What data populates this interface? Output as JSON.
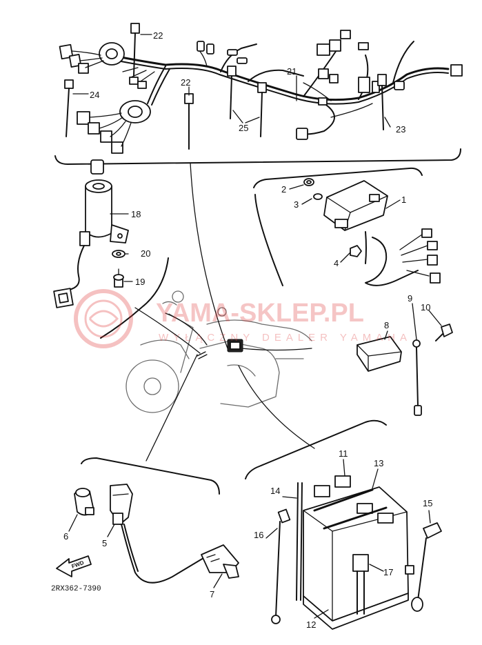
{
  "labels": {
    "p1": "1",
    "p2": "2",
    "p3": "3",
    "p4": "4",
    "p5": "5",
    "p6": "6",
    "p7": "7",
    "p8": "8",
    "p9": "9",
    "p10": "10",
    "p11": "11",
    "p12": "12",
    "p13": "13",
    "p14": "14",
    "p15": "15",
    "p16": "16",
    "p17": "17",
    "p18": "18",
    "p19": "19",
    "p20": "20",
    "p21": "21",
    "p22a": "22",
    "p22b": "22",
    "p23": "23",
    "p24": "24",
    "p25": "25"
  },
  "drawing_code": "2RX362-7390",
  "fwd_label": "FWD",
  "watermark": {
    "title": "YAMA-SKLEP.PL",
    "subtitle": "WYŁĄCZNY DEALER YAMAHA",
    "color": "#dd3333"
  }
}
